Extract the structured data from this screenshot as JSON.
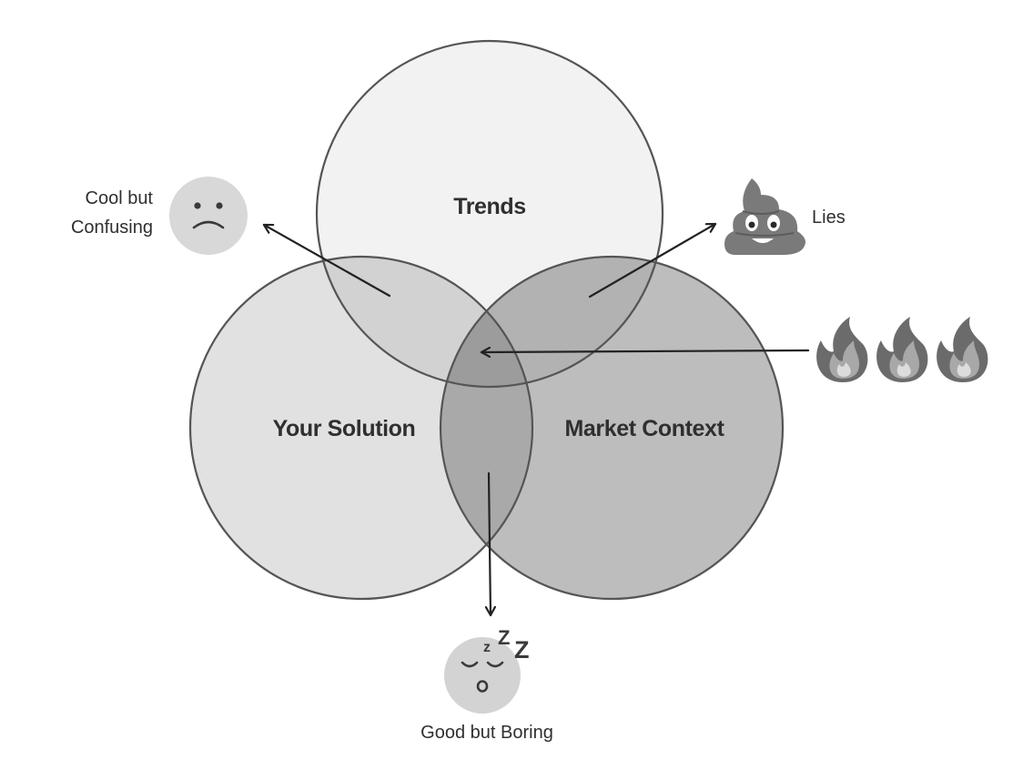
{
  "circles": {
    "trends": "Trends",
    "solution": "Your Solution",
    "market": "Market Context"
  },
  "outcomes": {
    "top_left": {
      "line1": "Cool but",
      "line2": "Confusing",
      "icon": "sad-face-icon"
    },
    "top_right": {
      "label": "Lies",
      "icon": "poop-icon"
    },
    "bottom": {
      "label": "Good but Boring",
      "icon": "sleeping-face-icon",
      "zzz": [
        "z",
        "Z",
        "Z"
      ]
    },
    "center": {
      "icon": "fire-icon",
      "count": 3
    }
  },
  "colors": {
    "trends_fill": "#f2f2f2",
    "solution_fill": "#e1e1e1",
    "market_fill": "#bdbdbd",
    "overlap_top_left": "#d2d2d2",
    "overlap_top_right": "#b2b2b2",
    "overlap_bottom": "#a9a9a9",
    "overlap_center": "#9c9c9c",
    "outline": "#555555"
  }
}
